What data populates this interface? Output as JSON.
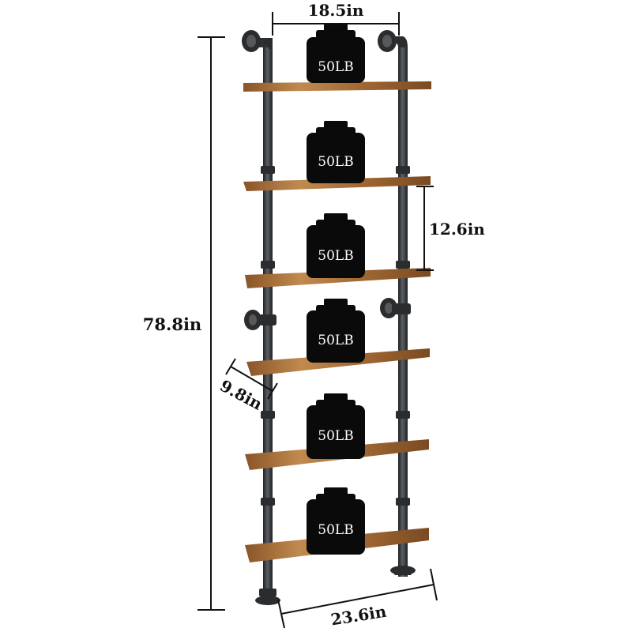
{
  "dimensions": {
    "width_label": "18.5in",
    "shelf_spacing_label": "12.6in",
    "total_height_label": "78.8in",
    "depth_label": "9.8in",
    "shelf_width_label": "23.6in"
  },
  "weights": [
    {
      "label": "50LB"
    },
    {
      "label": "50LB"
    },
    {
      "label": "50LB"
    },
    {
      "label": "50LB"
    },
    {
      "label": "50LB"
    },
    {
      "label": "50LB"
    }
  ],
  "colors": {
    "wood_light": "#b8834a",
    "wood_dark": "#7a4a22",
    "pipe": "#3a3d40",
    "weight": "#0a0a0a",
    "dimension_line": "#111111"
  }
}
